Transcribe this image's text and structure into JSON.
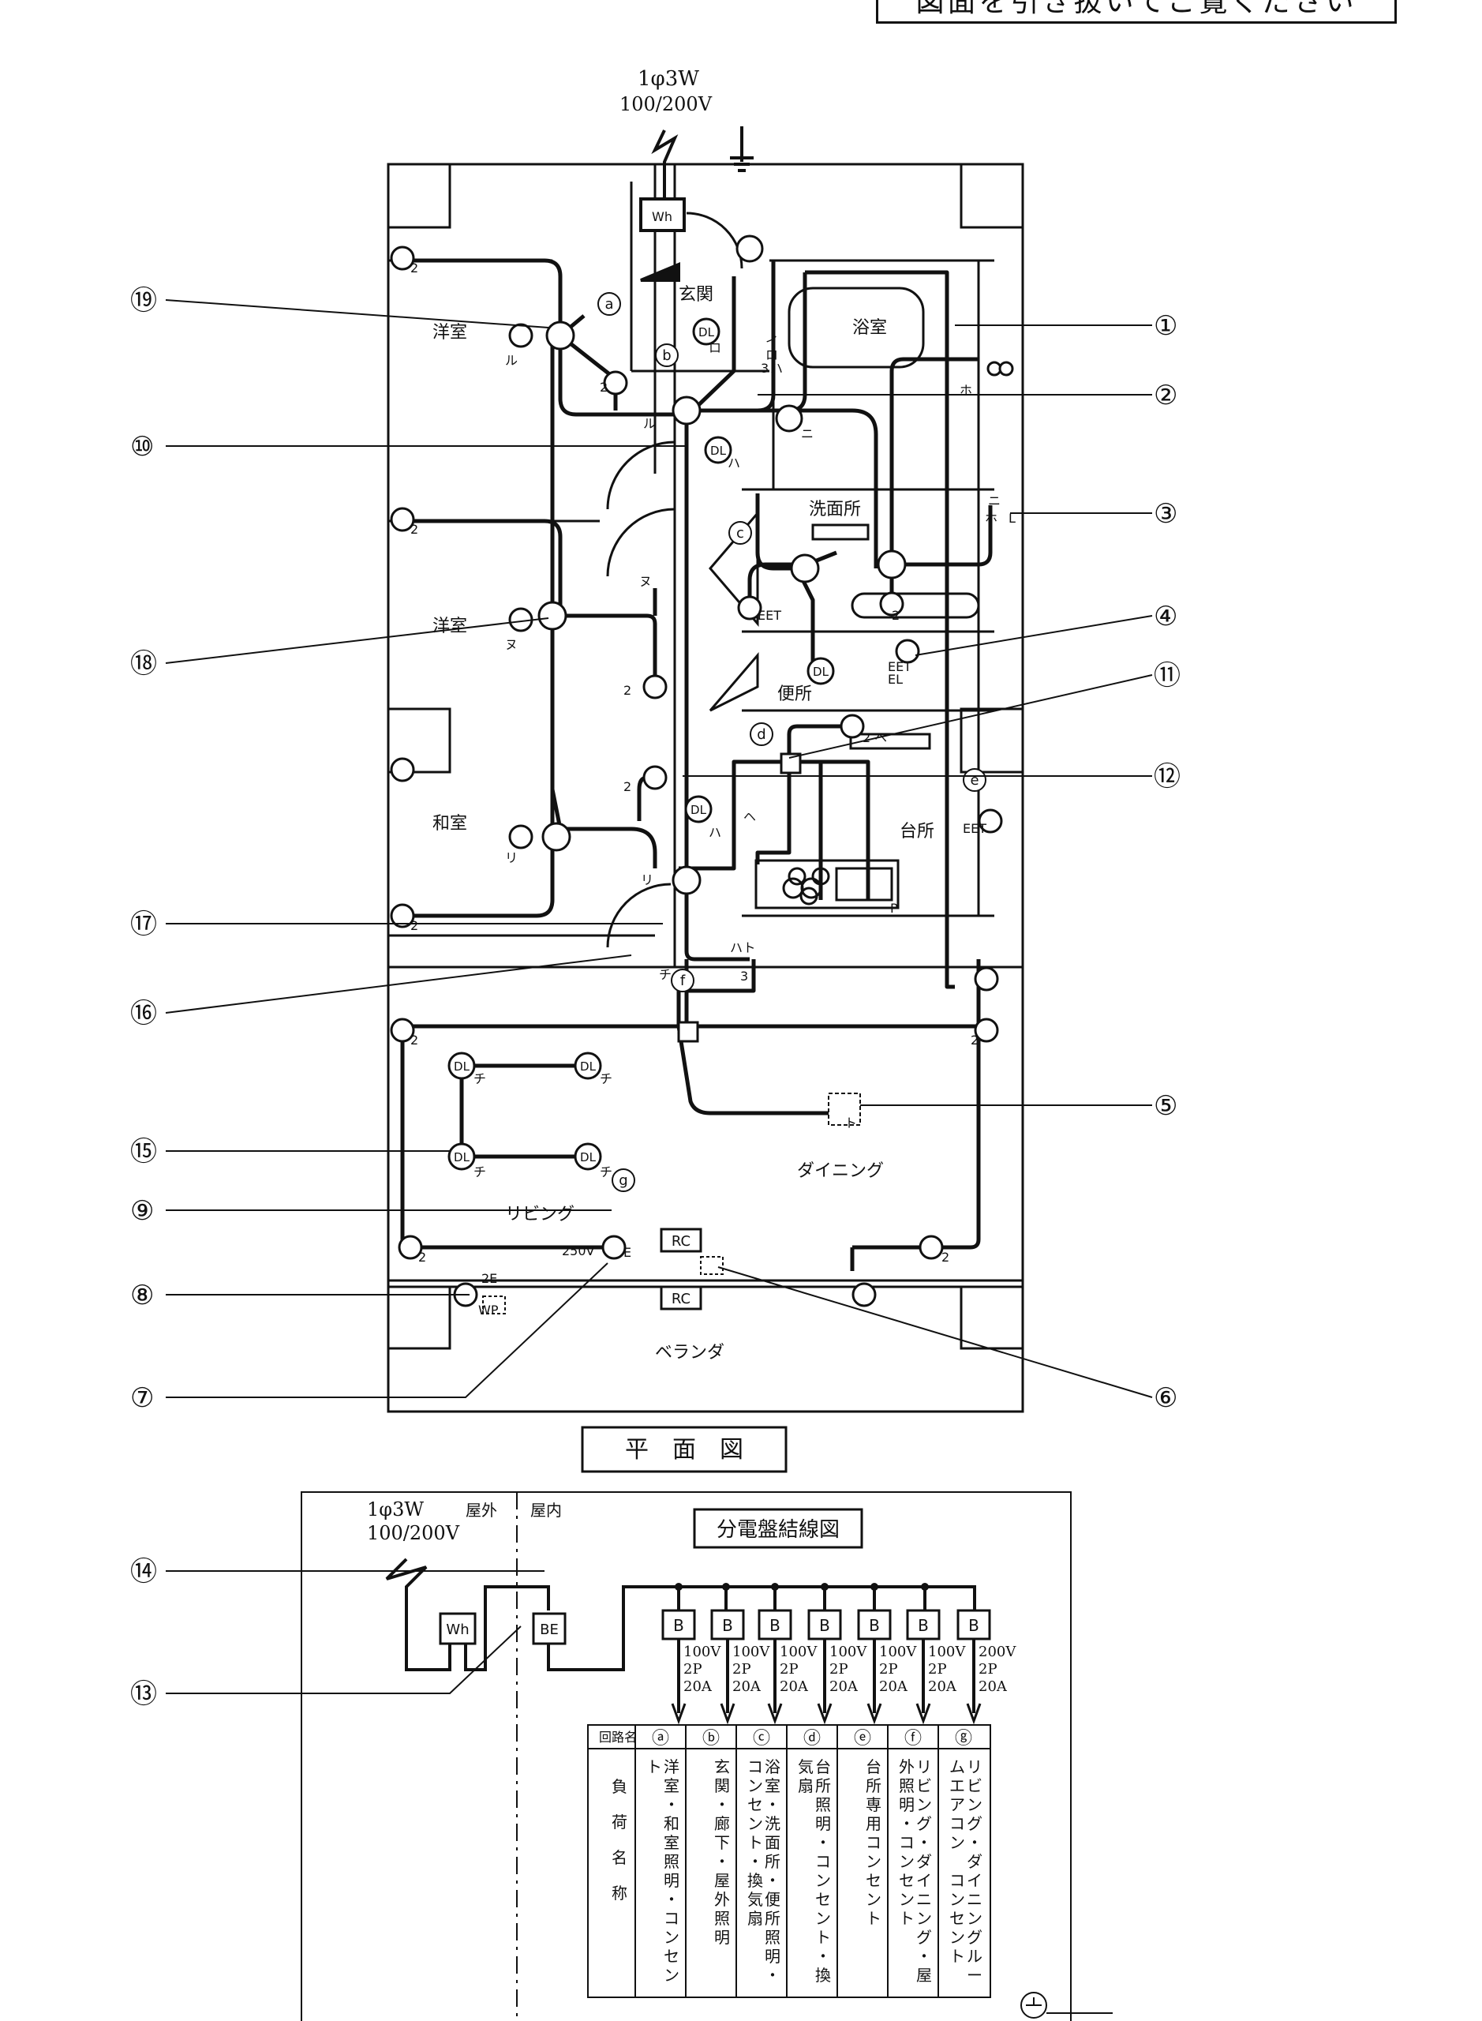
{
  "top_note": "図面を引き抜いてご覧ください",
  "supply": {
    "line1": "1φ3W",
    "line2": "100/200V"
  },
  "plan_title": "平　面　図",
  "panel_title": "分電盤結線図",
  "meter_label": "Wh",
  "elb_label": "BE",
  "breaker_label": "B",
  "outdoor": "屋外",
  "indoor": "屋内",
  "rooms": {
    "western1": "洋室",
    "entrance": "玄関",
    "bath": "浴室",
    "western2": "洋室",
    "washroom": "洗面所",
    "toilet": "便所",
    "japanese": "和室",
    "kitchen": "台所",
    "dining": "ダイニング",
    "living": "リビング",
    "veranda": "ベランダ"
  },
  "callouts": [
    "①",
    "②",
    "③",
    "④",
    "⑤",
    "⑥",
    "⑦",
    "⑧",
    "⑨",
    "⑩",
    "⑪",
    "⑫",
    "⑬",
    "⑭",
    "⑮",
    "⑯",
    "⑰",
    "⑱",
    "⑲"
  ],
  "circuits": [
    {
      "mark": "ⓐ",
      "rating": [
        "100V",
        "2P",
        "20A"
      ],
      "load": "洋室・和室照明・コンセント"
    },
    {
      "mark": "ⓑ",
      "rating": [
        "100V",
        "2P",
        "20A"
      ],
      "load": "玄関・廊下・屋外照明"
    },
    {
      "mark": "ⓒ",
      "rating": [
        "100V",
        "2P",
        "20A"
      ],
      "load": "浴室・洗面所・便所照明・コンセント・換気扇"
    },
    {
      "mark": "ⓓ",
      "rating": [
        "100V",
        "2P",
        "20A"
      ],
      "load": "台所照明・コンセント・換気扇"
    },
    {
      "mark": "ⓔ",
      "rating": [
        "100V",
        "2P",
        "20A"
      ],
      "load": "台所専用コンセント"
    },
    {
      "mark": "ⓕ",
      "rating": [
        "100V",
        "2P",
        "20A"
      ],
      "load": "リビング・ダイニング・屋外照明・コンセント"
    },
    {
      "mark": "ⓖ",
      "rating": [
        "200V",
        "2P",
        "20A"
      ],
      "load": "リビング・ダイニングルームエアコン コンセント"
    }
  ],
  "table_header": {
    "circuit_name": "回路名",
    "load_name": [
      "負",
      "荷",
      "名",
      "称"
    ]
  },
  "symbols": {
    "dl": "DL",
    "rc": "RC",
    "eet": "EET",
    "el": "EL",
    "e": "E",
    "e2": "2E",
    "wp": "WP",
    "v250": "250V",
    "two": "2",
    "three": "3",
    "L": "L"
  },
  "switch_labels": {
    "ru": "ル",
    "nu": "ヌ",
    "ri": "リ",
    "chi": "チ",
    "ha": "ハ",
    "ni": "ニ",
    "ho": "ホ",
    "he": "ヘ",
    "to": "ト",
    "hato": "ハト",
    "iro3ha": "イ\nロ\n3ハ",
    "niho": "ニ\nホ",
    "i": "イ",
    "ro": "ロ",
    "p": "P"
  },
  "circuit_marks": {
    "a": "a",
    "b": "b",
    "c": "c",
    "d": "d",
    "e": "e",
    "f": "f",
    "g": "g"
  }
}
